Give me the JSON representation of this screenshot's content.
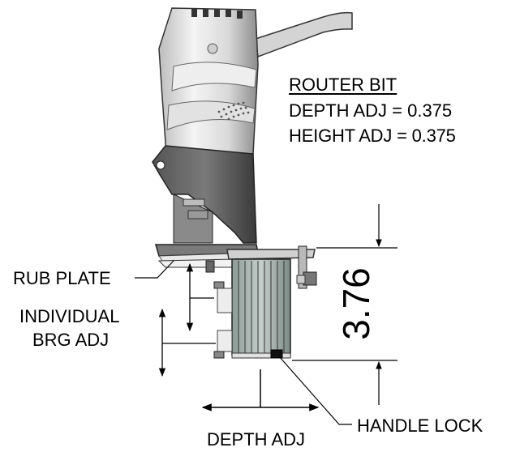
{
  "spec": {
    "title": "ROUTER BIT",
    "depth_line": "DEPTH ADJ  = 0.375",
    "height_line": "HEIGHT ADJ = 0.375"
  },
  "labels": {
    "rub_plate": "RUB PLATE",
    "individual_line1": "INDIVIDUAL",
    "individual_line2": "BRG ADJ",
    "depth_adj": "DEPTH ADJ",
    "handle_lock": "HANDLE LOCK"
  },
  "dimension": {
    "height": "3.76"
  }
}
